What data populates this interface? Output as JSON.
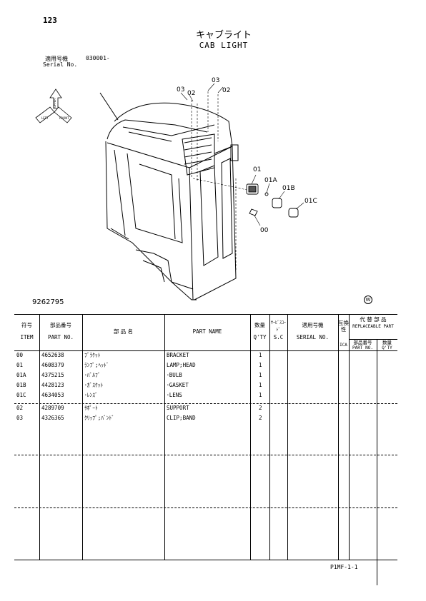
{
  "page": {
    "number": "123",
    "title_jp": "キャブライト",
    "title_en": "CAB LIGHT",
    "serial_label_jp": "適用号機",
    "serial_value": "030001-",
    "serial_label_en": "Serial No.",
    "figure_no": "9262795",
    "mark": "W",
    "footer_code": "P1MF-1-1"
  },
  "diagram": {
    "callouts": [
      "03",
      "02",
      "03",
      "02",
      "01",
      "01A",
      "01B",
      "01C",
      "00"
    ],
    "direction_labels": [
      "UPPER",
      "LEFT",
      "FRONT"
    ]
  },
  "table": {
    "headers": {
      "item_jp": "符号",
      "item_en": "ITEM",
      "part_no_jp": "部品番号",
      "part_no_en": "PART NO.",
      "name_jp": "部 品 名",
      "name_en": "PART NAME",
      "qty_jp": "数量",
      "qty_en": "Q'TY",
      "sc_jp": "ｻｰﾋﾞｽｺｰﾄﾞ",
      "sc_en": "S.C",
      "serial_jp": "適用号機",
      "serial_en": "SERIAL NO.",
      "ica_jp": "互換性",
      "ica_en": "ICA",
      "repl_jp": "代 替 部 品",
      "repl_en": "REPLACEABLE PART",
      "repl_part_jp": "部品番号",
      "repl_part_en": "PART NO.",
      "repl_qty_jp": "数量",
      "repl_qty_en": "Q'TY"
    },
    "rows": [
      {
        "item": "00",
        "part_no": "4652638",
        "name_jp": "ﾌﾞﾗｹｯﾄ",
        "name_en": "BRACKET",
        "qty": "1"
      },
      {
        "item": "01",
        "part_no": "4608379",
        "name_jp": "ﾗﾝﾌﾟ;ﾍｯﾄﾞ",
        "name_en": "LAMP;HEAD",
        "qty": "1"
      },
      {
        "item": "01A",
        "part_no": "4375215",
        "name_jp": "･ﾊﾞﾙﾌﾞ",
        "name_en": "･BULB",
        "qty": "1"
      },
      {
        "item": "01B",
        "part_no": "4428123",
        "name_jp": "･ｶﾞｽｹｯﾄ",
        "name_en": "･GASKET",
        "qty": "1"
      },
      {
        "item": "01C",
        "part_no": "4634053",
        "name_jp": "･ﾚﾝｽﾞ",
        "name_en": "･LENS",
        "qty": "1"
      },
      {
        "item": "02",
        "part_no": "4289709",
        "name_jp": "ｻﾎﾟｰﾄ",
        "name_en": "SUPPORT",
        "qty": "2"
      },
      {
        "item": "03",
        "part_no": "4326365",
        "name_jp": "ｸﾘｯﾌﾟ;ﾊﾞﾝﾄﾞ",
        "name_en": "CLIP;BAND",
        "qty": "2"
      }
    ]
  }
}
